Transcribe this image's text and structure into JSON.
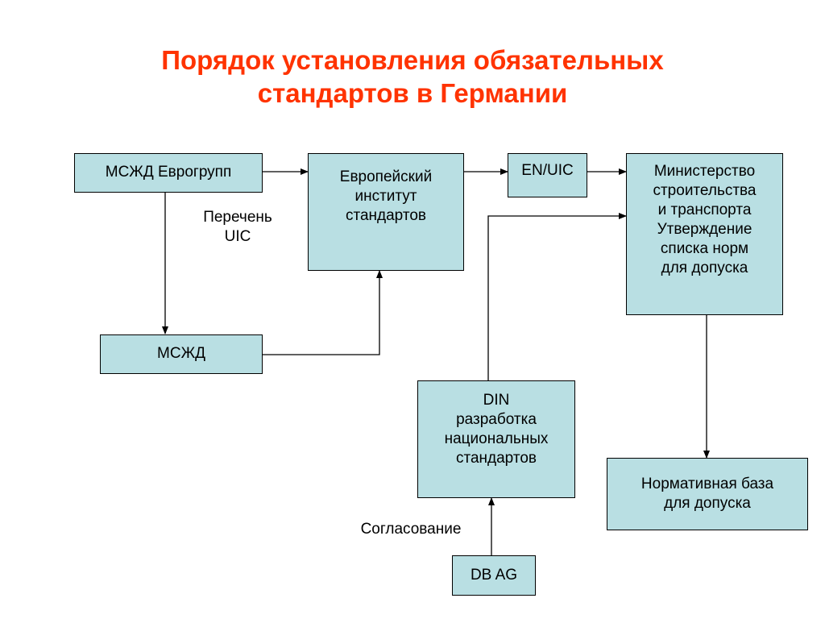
{
  "title": {
    "line1": "Порядок установления обязательных",
    "line2": "стандартов в Германии"
  },
  "nodes": {
    "mszhd_eurogroup": {
      "lines": [
        "МСЖД Еврогрупп"
      ]
    },
    "european_institute": {
      "lines": [
        "Европейский",
        "институт",
        "стандартов"
      ]
    },
    "en_uic": {
      "lines": [
        "EN/UIC"
      ]
    },
    "ministry": {
      "lines": [
        "Министерство",
        "строительства",
        "и транспорта",
        "Утверждение",
        "списка норм",
        "для допуска"
      ]
    },
    "mszhd": {
      "lines": [
        "МСЖД"
      ]
    },
    "din": {
      "lines": [
        "DIN",
        "разработка",
        "национальных",
        "стандартов"
      ]
    },
    "normative_base": {
      "lines": [
        "Нормативная база",
        "для допуска"
      ]
    },
    "db_ag": {
      "lines": [
        "DB AG"
      ]
    }
  },
  "edge_labels": {
    "uic_list": {
      "lines": [
        "Перечень",
        "UIC"
      ]
    },
    "agreement": {
      "lines": [
        "Согласование"
      ]
    }
  }
}
